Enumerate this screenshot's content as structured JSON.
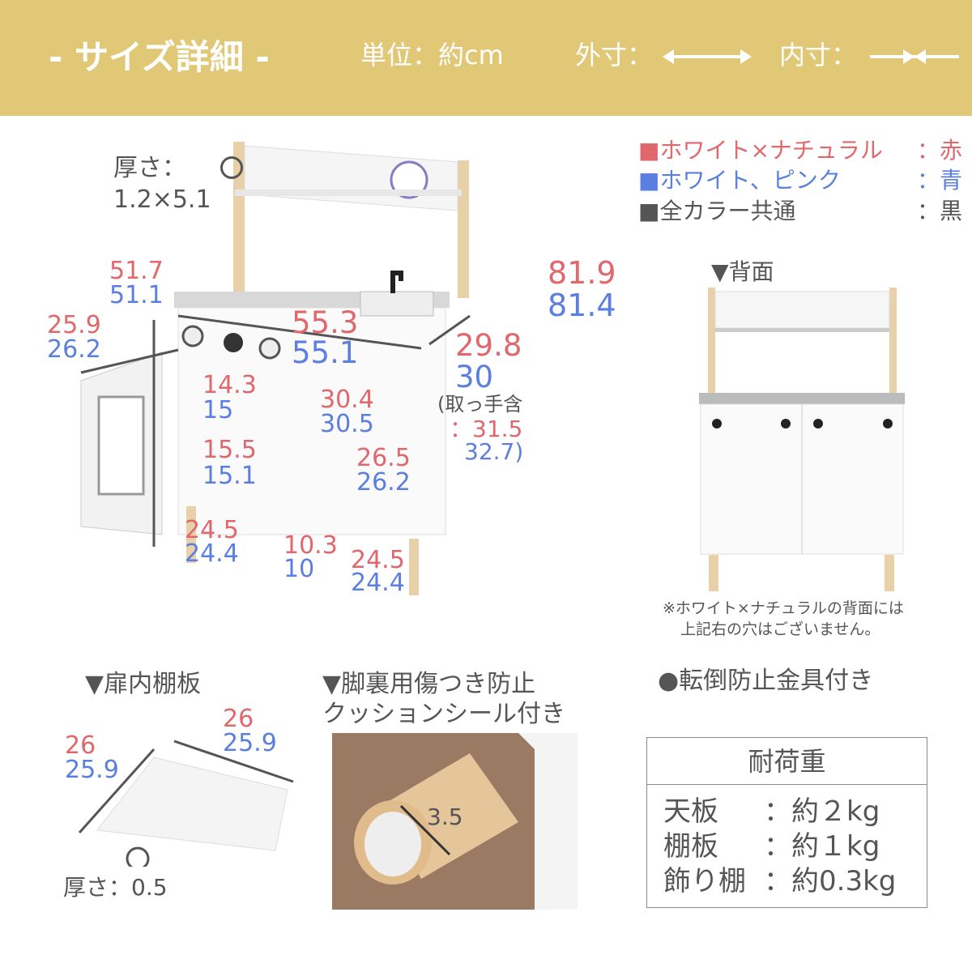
{
  "header": {
    "title": "- サイズ詳細 -",
    "unit": "単位：約cm",
    "outer_label": "外寸：",
    "inner_label": "内寸：",
    "bg_color": "#e1c876"
  },
  "legend": {
    "items": [
      {
        "label": "ホワイト×ナチュラル",
        "sep": "：赤",
        "color": "#e0676b"
      },
      {
        "label": "ホワイト、ピンク",
        "sep": "：青",
        "color": "#5b7fe0"
      },
      {
        "label": "全カラー共通",
        "sep": "：黒",
        "color": "#555555"
      }
    ]
  },
  "front": {
    "thickness_label": "厚さ：",
    "thickness_value": "1.2×5.1",
    "d1": [
      "51.7",
      "51.1"
    ],
    "d2": [
      "25.9",
      "26.2"
    ],
    "d3": [
      "55.3",
      "55.1"
    ],
    "d4": [
      "29.8",
      "30"
    ],
    "handle_note": "(取っ手含",
    "handle_red": "：31.5",
    "handle_blue": "32.7)",
    "height": [
      "81.9",
      "81.4"
    ],
    "d5": [
      "14.3",
      "15"
    ],
    "d6": [
      "30.4",
      "30.5"
    ],
    "d7": [
      "15.5",
      "15.1"
    ],
    "d8": [
      "26.5",
      "26.2"
    ],
    "d9": [
      "24.5",
      "24.4"
    ],
    "d10": [
      "10.3",
      "10"
    ],
    "d11": [
      "24.5",
      "24.4"
    ]
  },
  "back": {
    "title": "▼背面",
    "note1": "※ホワイト×ナチュラルの背面には",
    "note2": "上記右の穴はございません。"
  },
  "shelf": {
    "title": "▼扉内棚板",
    "w": [
      "26",
      "25.9"
    ],
    "d": [
      "26",
      "25.9"
    ],
    "thickness": "厚さ：0.5"
  },
  "cushion": {
    "title1": "▼脚裏用傷つき防止",
    "title2": "クッションシール付き",
    "diameter": "3.5"
  },
  "anti_tip": "●転倒防止金具付き",
  "load": {
    "title": "耐荷重",
    "rows": [
      {
        "name": "天板",
        "value": "：約２kg"
      },
      {
        "name": "棚板",
        "value": "：約１kg"
      },
      {
        "name": "飾り棚",
        "value": "：約0.3kg"
      }
    ]
  }
}
